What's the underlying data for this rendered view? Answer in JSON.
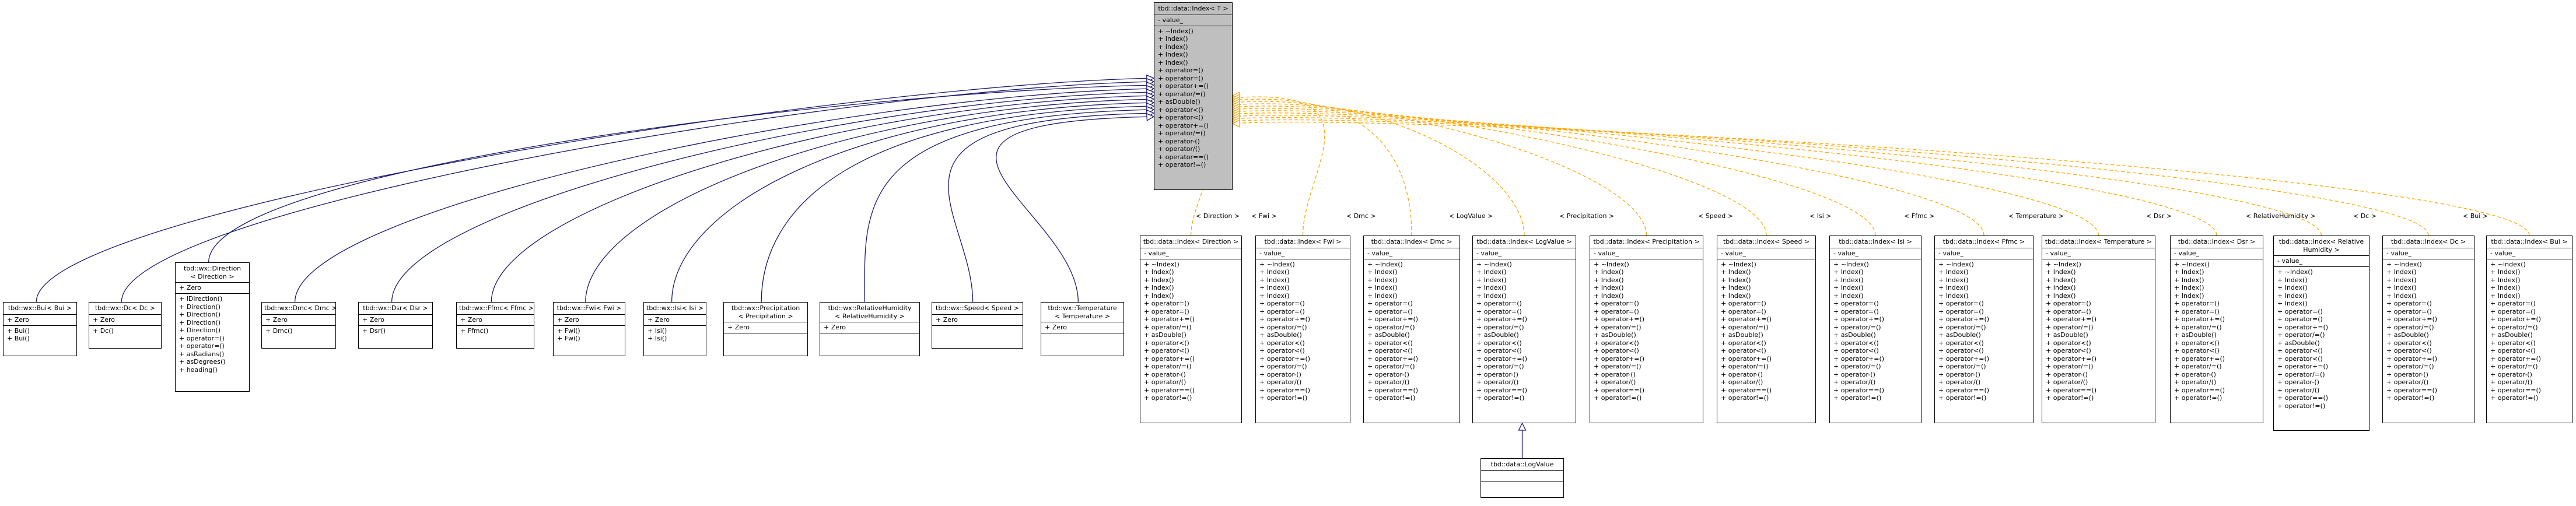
{
  "base": {
    "title": [
      "tbd::data::Index< T >"
    ],
    "attrs": [
      "- value_"
    ],
    "ops": [
      "+ ~Index()",
      "+ Index()",
      "+ Index()",
      "+ Index()",
      "+ Index()",
      "+ operator=()",
      "+ operator=()",
      "+ operator+=()",
      "+ operator/=()",
      "+ asDouble()",
      "+ operator<()",
      "+ operator<()",
      "+ operator+=()",
      "+ operator/=()",
      "+ operator-()",
      "+ operator/()",
      "+ operator==()",
      "+ operator!=()"
    ]
  },
  "left_classes": [
    {
      "id": "bui",
      "title": [
        "tbd::wx::Bui< Bui >"
      ],
      "attrs": [
        "+ Zero"
      ],
      "ops": [
        "+ Bui()",
        "+ Bui()"
      ]
    },
    {
      "id": "dc",
      "title": [
        "tbd::wx::Dc< Dc >"
      ],
      "attrs": [
        "+ Zero"
      ],
      "ops": [
        "+ Dc()"
      ]
    },
    {
      "id": "direction",
      "title": [
        "tbd::wx::Direction",
        "< Direction >"
      ],
      "attrs": [
        "+ Zero"
      ],
      "ops": [
        "+ IDirection()",
        "+ Direction()",
        "+ Direction()",
        "+ Direction()",
        "+ Direction()",
        "+ operator=()",
        "+ operator=()",
        "+ asRadians()",
        "+ asDegrees()",
        "+ heading()"
      ]
    },
    {
      "id": "dmc",
      "title": [
        "tbd::wx::Dmc< Dmc >"
      ],
      "attrs": [
        "+ Zero"
      ],
      "ops": [
        "+ Dmc()"
      ]
    },
    {
      "id": "dsr",
      "title": [
        "tbd::wx::Dsr< Dsr >"
      ],
      "attrs": [
        "+ Zero"
      ],
      "ops": [
        "+ Dsr()"
      ]
    },
    {
      "id": "ffmc",
      "title": [
        "tbd::wx::Ffmc< Ffmc >"
      ],
      "attrs": [
        "+ Zero"
      ],
      "ops": [
        "+ Ffmc()"
      ]
    },
    {
      "id": "fwi",
      "title": [
        "tbd::wx::Fwi< Fwi >"
      ],
      "attrs": [
        "+ Zero"
      ],
      "ops": [
        "+ Fwi()",
        "+ Fwi()"
      ]
    },
    {
      "id": "isi",
      "title": [
        "tbd::wx::Isi< Isi >"
      ],
      "attrs": [
        "+ Zero"
      ],
      "ops": [
        "+ Isi()",
        "+ Isi()"
      ]
    },
    {
      "id": "precip",
      "title": [
        "tbd::wx::Precipitation",
        "< Precipitation >"
      ],
      "attrs": [
        "+ Zero"
      ],
      "ops": [
        ""
      ]
    },
    {
      "id": "rh",
      "title": [
        "tbd::wx::RelativeHumidity",
        "< RelativeHumidity >"
      ],
      "attrs": [
        "+ Zero"
      ],
      "ops": [
        ""
      ]
    },
    {
      "id": "speed",
      "title": [
        "tbd::wx::Speed< Speed >"
      ],
      "attrs": [
        "+ Zero"
      ],
      "ops": [
        ""
      ]
    },
    {
      "id": "temp",
      "title": [
        "tbd::wx::Temperature",
        "< Temperature >"
      ],
      "attrs": [
        "+ Zero"
      ],
      "ops": [
        ""
      ]
    }
  ],
  "right_classes": [
    {
      "id": "idx_direction",
      "label": "< Direction >",
      "title": [
        "tbd::data::Index< Direction >"
      ],
      "attrs": [
        "- value_"
      ],
      "ops": [
        "+ ~Index()",
        "+ Index()",
        "+ Index()",
        "+ Index()",
        "+ Index()",
        "+ operator=()",
        "+ operator=()",
        "+ operator+=()",
        "+ operator/=()",
        "+ asDouble()",
        "+ operator<()",
        "+ operator<()",
        "+ operator+=()",
        "+ operator/=()",
        "+ operator-()",
        "+ operator/()",
        "+ operator==()",
        "+ operator!=()"
      ]
    },
    {
      "id": "idx_fwi",
      "label": "< Fwi >",
      "title": [
        "tbd::data::Index< Fwi >"
      ],
      "attrs": [
        "- value_"
      ],
      "ops": [
        "+ ~Index()",
        "+ Index()",
        "+ Index()",
        "+ Index()",
        "+ Index()",
        "+ operator=()",
        "+ operator=()",
        "+ operator+=()",
        "+ operator/=()",
        "+ asDouble()",
        "+ operator<()",
        "+ operator<()",
        "+ operator+=()",
        "+ operator/=()",
        "+ operator-()",
        "+ operator/()",
        "+ operator==()",
        "+ operator!=()"
      ]
    },
    {
      "id": "idx_dmc",
      "label": "< Dmc >",
      "title": [
        "tbd::data::Index< Dmc >"
      ],
      "attrs": [
        "- value_"
      ],
      "ops": [
        "+ ~Index()",
        "+ Index()",
        "+ Index()",
        "+ Index()",
        "+ Index()",
        "+ operator=()",
        "+ operator=()",
        "+ operator+=()",
        "+ operator/=()",
        "+ asDouble()",
        "+ operator<()",
        "+ operator<()",
        "+ operator+=()",
        "+ operator/=()",
        "+ operator-()",
        "+ operator/()",
        "+ operator==()",
        "+ operator!=()"
      ]
    },
    {
      "id": "idx_logvalue",
      "label": "< LogValue >",
      "title": [
        "tbd::data::Index< LogValue >"
      ],
      "attrs": [
        "- value_"
      ],
      "ops": [
        "+ ~Index()",
        "+ Index()",
        "+ Index()",
        "+ Index()",
        "+ Index()",
        "+ operator=()",
        "+ operator=()",
        "+ operator+=()",
        "+ operator/=()",
        "+ asDouble()",
        "+ operator<()",
        "+ operator<()",
        "+ operator+=()",
        "+ operator/=()",
        "+ operator-()",
        "+ operator/()",
        "+ operator==()",
        "+ operator!=()"
      ]
    },
    {
      "id": "idx_precip",
      "label": "< Precipitation >",
      "title": [
        "tbd::data::Index< Precipitation >"
      ],
      "attrs": [
        "- value_"
      ],
      "ops": [
        "+ ~Index()",
        "+ Index()",
        "+ Index()",
        "+ Index()",
        "+ Index()",
        "+ operator=()",
        "+ operator=()",
        "+ operator+=()",
        "+ operator/=()",
        "+ asDouble()",
        "+ operator<()",
        "+ operator<()",
        "+ operator+=()",
        "+ operator/=()",
        "+ operator-()",
        "+ operator/()",
        "+ operator==()",
        "+ operator!=()"
      ]
    },
    {
      "id": "idx_speed",
      "label": "< Speed >",
      "title": [
        "tbd::data::Index< Speed >"
      ],
      "attrs": [
        "- value_"
      ],
      "ops": [
        "+ ~Index()",
        "+ Index()",
        "+ Index()",
        "+ Index()",
        "+ Index()",
        "+ operator=()",
        "+ operator=()",
        "+ operator+=()",
        "+ operator/=()",
        "+ asDouble()",
        "+ operator<()",
        "+ operator<()",
        "+ operator+=()",
        "+ operator/=()",
        "+ operator-()",
        "+ operator/()",
        "+ operator==()",
        "+ operator!=()"
      ]
    },
    {
      "id": "idx_isi",
      "label": "< Isi >",
      "title": [
        "tbd::data::Index< Isi >"
      ],
      "attrs": [
        "- value_"
      ],
      "ops": [
        "+ ~Index()",
        "+ Index()",
        "+ Index()",
        "+ Index()",
        "+ Index()",
        "+ operator=()",
        "+ operator=()",
        "+ operator+=()",
        "+ operator/=()",
        "+ asDouble()",
        "+ operator<()",
        "+ operator<()",
        "+ operator+=()",
        "+ operator/=()",
        "+ operator-()",
        "+ operator/()",
        "+ operator==()",
        "+ operator!=()"
      ]
    },
    {
      "id": "idx_ffmc",
      "label": "< Ffmc >",
      "title": [
        "tbd::data::Index< Ffmc >"
      ],
      "attrs": [
        "- value_"
      ],
      "ops": [
        "+ ~Index()",
        "+ Index()",
        "+ Index()",
        "+ Index()",
        "+ Index()",
        "+ operator=()",
        "+ operator=()",
        "+ operator+=()",
        "+ operator/=()",
        "+ asDouble()",
        "+ operator<()",
        "+ operator<()",
        "+ operator+=()",
        "+ operator/=()",
        "+ operator-()",
        "+ operator/()",
        "+ operator==()",
        "+ operator!=()"
      ]
    },
    {
      "id": "idx_temp",
      "label": "< Temperature >",
      "title": [
        "tbd::data::Index< Temperature >"
      ],
      "attrs": [
        "- value_"
      ],
      "ops": [
        "+ ~Index()",
        "+ Index()",
        "+ Index()",
        "+ Index()",
        "+ Index()",
        "+ operator=()",
        "+ operator=()",
        "+ operator+=()",
        "+ operator/=()",
        "+ asDouble()",
        "+ operator<()",
        "+ operator<()",
        "+ operator+=()",
        "+ operator/=()",
        "+ operator-()",
        "+ operator/()",
        "+ operator==()",
        "+ operator!=()"
      ]
    },
    {
      "id": "idx_dsr",
      "label": "< Dsr >",
      "title": [
        "tbd::data::Index< Dsr >"
      ],
      "attrs": [
        "- value_"
      ],
      "ops": [
        "+ ~Index()",
        "+ Index()",
        "+ Index()",
        "+ Index()",
        "+ Index()",
        "+ operator=()",
        "+ operator=()",
        "+ operator+=()",
        "+ operator/=()",
        "+ asDouble()",
        "+ operator<()",
        "+ operator<()",
        "+ operator+=()",
        "+ operator/=()",
        "+ operator-()",
        "+ operator/()",
        "+ operator==()",
        "+ operator!=()"
      ]
    },
    {
      "id": "idx_rh",
      "label": "< RelativeHumidity >",
      "title": [
        "tbd::data::Index< Relative",
        "Humidity >"
      ],
      "attrs": [
        "- value_"
      ],
      "ops": [
        "+ ~Index()",
        "+ Index()",
        "+ Index()",
        "+ Index()",
        "+ Index()",
        "+ operator=()",
        "+ operator=()",
        "+ operator+=()",
        "+ operator/=()",
        "+ asDouble()",
        "+ operator<()",
        "+ operator<()",
        "+ operator+=()",
        "+ operator/=()",
        "+ operator-()",
        "+ operator/()",
        "+ operator==()",
        "+ operator!=()"
      ]
    },
    {
      "id": "idx_dc",
      "label": "< Dc >",
      "title": [
        "tbd::data::Index< Dc >"
      ],
      "attrs": [
        "- value_"
      ],
      "ops": [
        "+ ~Index()",
        "+ Index()",
        "+ Index()",
        "+ Index()",
        "+ Index()",
        "+ operator=()",
        "+ operator=()",
        "+ operator+=()",
        "+ operator/=()",
        "+ asDouble()",
        "+ operator<()",
        "+ operator<()",
        "+ operator+=()",
        "+ operator/=()",
        "+ operator-()",
        "+ operator/()",
        "+ operator==()",
        "+ operator!=()"
      ]
    },
    {
      "id": "idx_bui",
      "label": "< Bui >",
      "title": [
        "tbd::data::Index< Bui >"
      ],
      "attrs": [
        "- value_"
      ],
      "ops": [
        "+ ~Index()",
        "+ Index()",
        "+ Index()",
        "+ Index()",
        "+ Index()",
        "+ operator=()",
        "+ operator=()",
        "+ operator+=()",
        "+ operator/=()",
        "+ asDouble()",
        "+ operator<()",
        "+ operator<()",
        "+ operator+=()",
        "+ operator/=()",
        "+ operator-()",
        "+ operator/()",
        "+ operator==()",
        "+ operator!=()"
      ]
    }
  ],
  "logvalue": {
    "title": [
      "tbd::data::LogValue"
    ],
    "attrs": [
      ""
    ],
    "ops": [
      ""
    ]
  },
  "colors": {
    "inherit_edge": "#191970",
    "template_edge": "#ffa500",
    "base_fill": "#bfbfbf"
  }
}
